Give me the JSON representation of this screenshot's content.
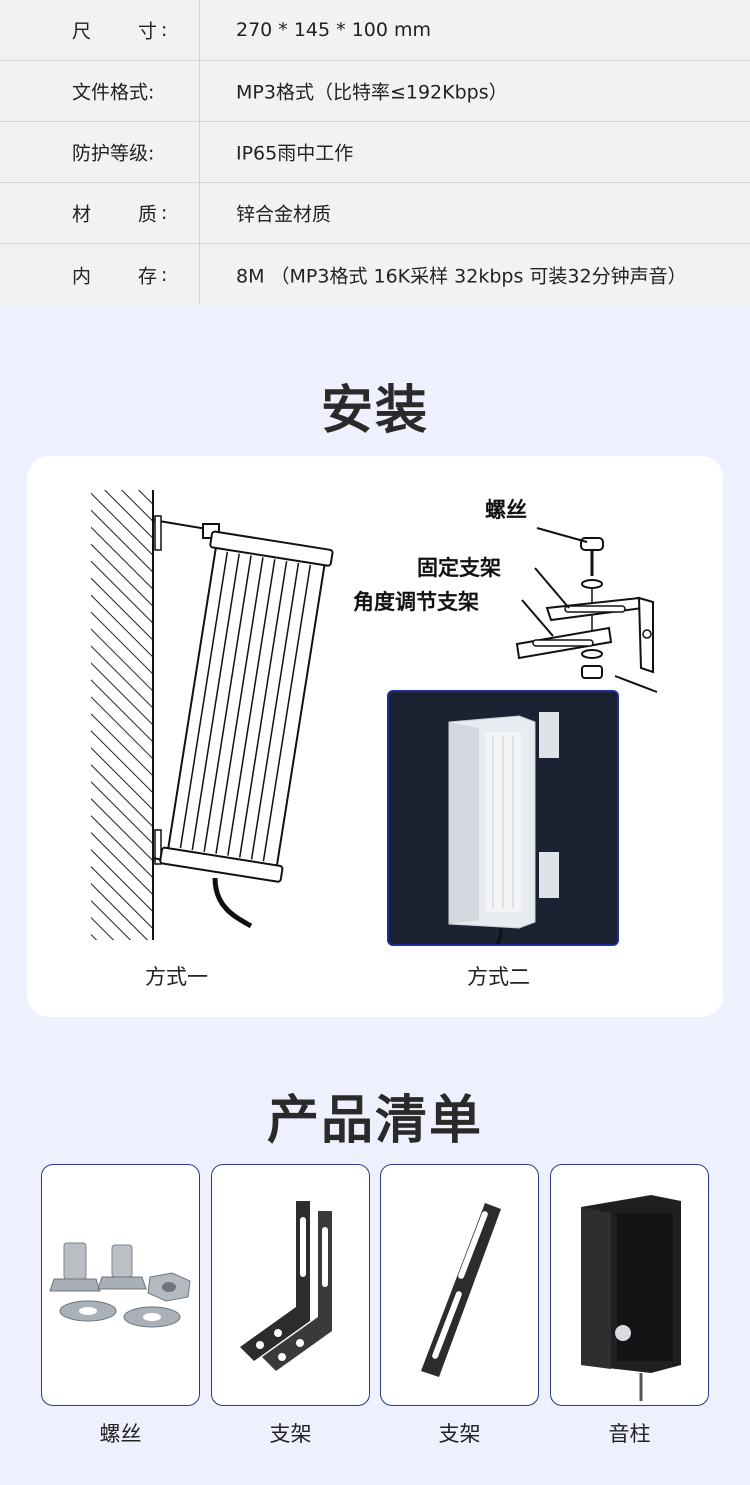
{
  "specs": [
    {
      "label_full": "",
      "label_c1": "尺",
      "label_c2": "寸",
      "colon": ":",
      "value": "270 * 145 * 100 mm"
    },
    {
      "label_full": "文件格式:",
      "label_c1": "",
      "label_c2": "",
      "colon": "",
      "value": "MP3格式（比特率≤192Kbps）"
    },
    {
      "label_full": "防护等级:",
      "label_c1": "",
      "label_c2": "",
      "colon": "",
      "value": "IP65雨中工作"
    },
    {
      "label_full": "",
      "label_c1": "材",
      "label_c2": "质",
      "colon": ":",
      "value": "锌合金材质"
    },
    {
      "label_full": "",
      "label_c1": "内",
      "label_c2": "存",
      "colon": ":",
      "value": "8M （MP3格式 16K采样 32kbps 可装32分钟声音）"
    }
  ],
  "install": {
    "title": "安装",
    "method1": "方式一",
    "method2": "方式二",
    "labels": {
      "screw": "螺丝",
      "fixed_bracket": "固定支架",
      "angle_bracket": "角度调节支架"
    }
  },
  "product_list": {
    "title": "产品清单",
    "items": [
      {
        "name": "螺丝",
        "icon": "screw-set-icon"
      },
      {
        "name": "支架",
        "icon": "l-bracket-icon"
      },
      {
        "name": "支架",
        "icon": "flat-bracket-icon"
      },
      {
        "name": "音柱",
        "icon": "column-speaker-icon"
      }
    ]
  },
  "colors": {
    "page_bg": "#eef1fd",
    "table_bg": "#f2f2f2",
    "card_border": "#2a3a8c"
  }
}
